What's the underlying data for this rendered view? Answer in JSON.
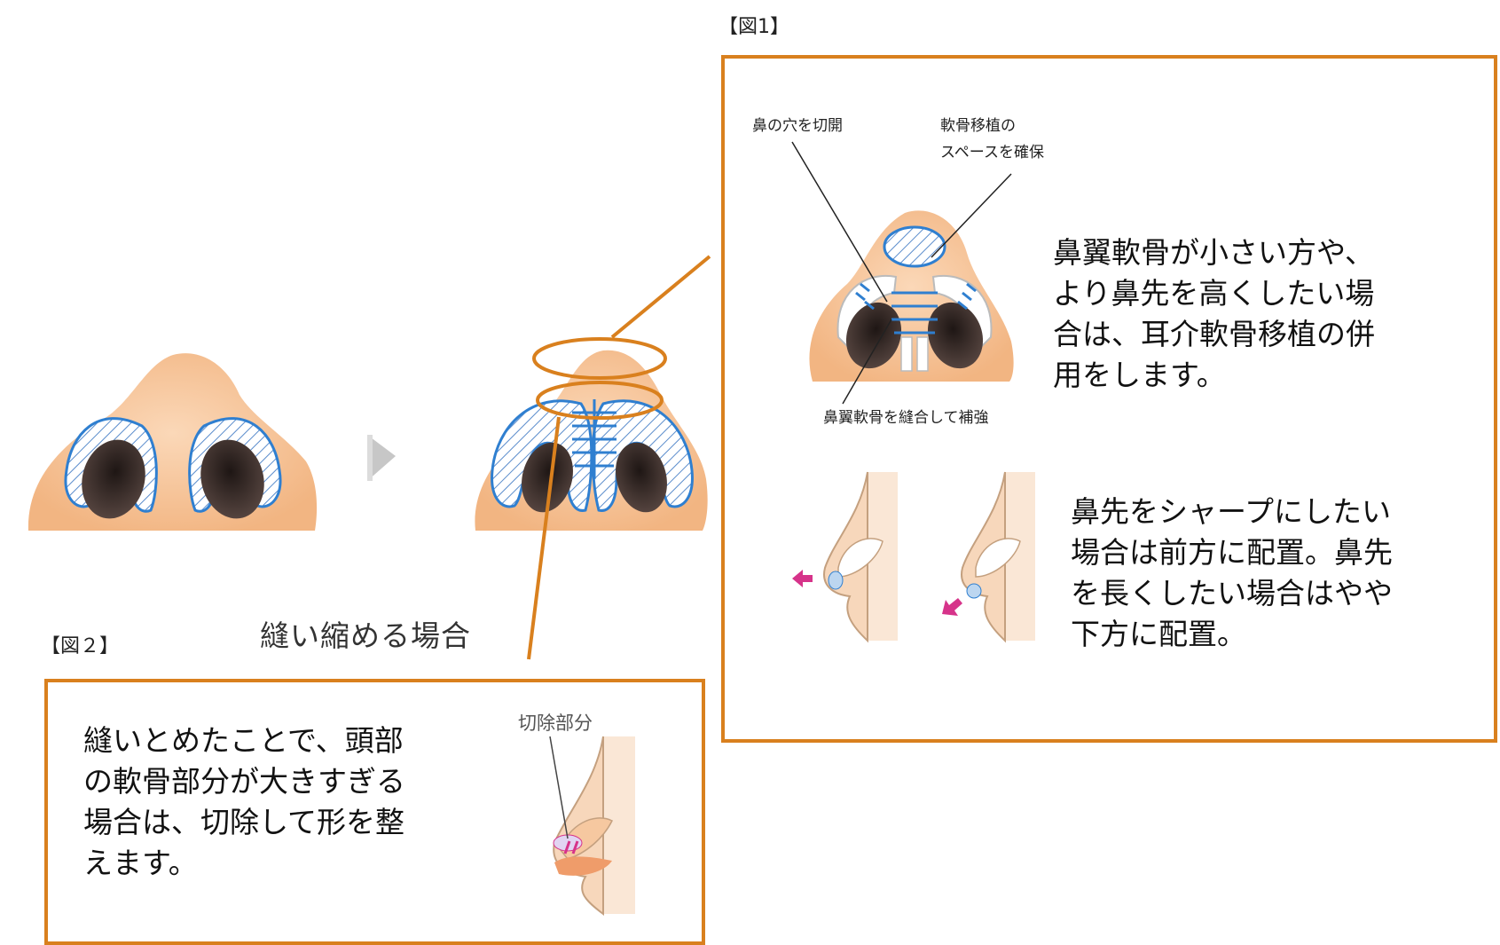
{
  "fig1": {
    "label": "【図1】",
    "callouts": {
      "incision": "鼻の穴を切開",
      "space": "軟骨移植の\nスペースを確保",
      "suture": "鼻翼軟骨を縫合して補強"
    },
    "text_upper": "鼻翼軟骨が小さい方や、\nより鼻先を高くしたい場\n合は、耳介軟骨移植の併\n用をします。",
    "text_lower": "鼻先をシャープにしたい\n場合は前方に配置。鼻先\nを長くしたい場合はやや\n下方に配置。"
  },
  "fig2": {
    "label": "【図２】",
    "text": "縫いとめたことで、頭部\nの軟骨部分が大きすぎる\n場合は、切除して形を整\nえます。",
    "callout": "切除部分"
  },
  "caption": "縫い縮める場合",
  "colors": {
    "frame": "#d9801e",
    "cartilage": "#2f7fd0",
    "skin": "#f8c9a0",
    "nostril": "#3a2e2c",
    "arrow": "#d6338a"
  }
}
